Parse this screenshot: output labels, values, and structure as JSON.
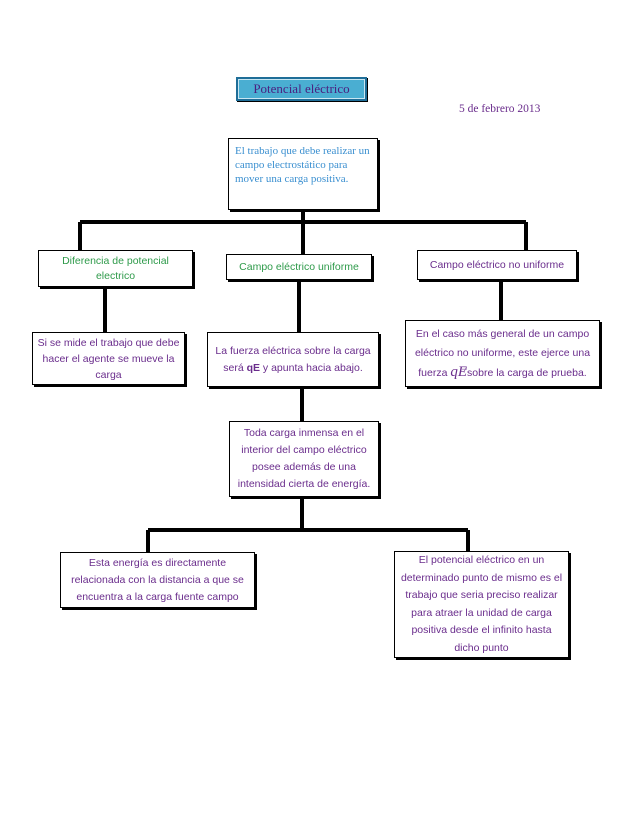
{
  "title": "Potencial eléctrico",
  "date": "5 de febrero 2013",
  "nodes": {
    "root": "El trabajo que debe realizar un campo electrostático para mover una carga positiva.",
    "potential_difference": "Diferencia de potencial electrico",
    "uniform_field": "Campo eléctrico uniforme",
    "nonuniform_field": "Campo eléctrico no uniforme",
    "work_measure": "Si se mide el trabajo que debe hacer el agente se mueve la carga",
    "uniform_force_pre": "La fuerza eléctrica sobre la carga será ",
    "uniform_force_bold": "qE",
    "uniform_force_post": " y apunta hacia abajo.",
    "nonuniform_pre": "En el caso más general de un campo eléctrico no uniforme, este ejerce una fuerza ",
    "nonuniform_symbol": "qE",
    "nonuniform_post": "sobre la carga de prueba.",
    "immense_charge": "Toda carga inmensa en el interior del campo eléctrico posee además de una intensidad cierta de energía.",
    "energy_distance": "Esta energía es directamente relacionada con la distancia a que se encuentra a la carga fuente campo",
    "potential_definition": "El potencial eléctrico en un determinado punto de mismo es el trabajo que seria preciso realizar para atraer la unidad de carga positiva desde el infinito hasta dicho punto"
  }
}
